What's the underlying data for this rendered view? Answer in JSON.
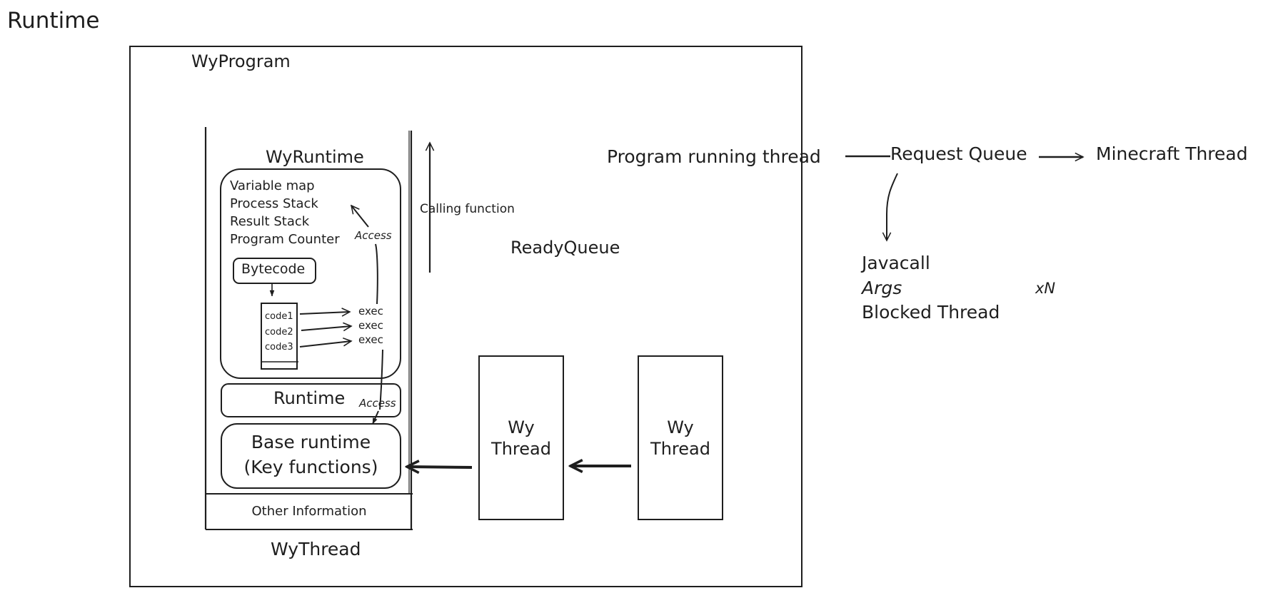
{
  "title": "Runtime",
  "program": {
    "label": "WyProgram",
    "thread": {
      "label": "WyThread",
      "runtime_label": "WyRuntime",
      "runtime_fields": [
        "Variable map",
        "Process Stack",
        "Result Stack",
        "Program Counter"
      ],
      "bytecode_label": "Bytecode",
      "codes": [
        "code1",
        "code2",
        "code3"
      ],
      "exec_labels": [
        "exec",
        "exec",
        "exec"
      ],
      "access_label_upper": "Access",
      "access_label_lower": "Access",
      "runtime_box_label": "Runtime",
      "base_runtime_line1": "Base runtime",
      "base_runtime_line2": "(Key functions)",
      "other_info_label": "Other Information"
    },
    "calling_function_label": "Calling function",
    "ready_queue_label": "ReadyQueue",
    "queued_threads": [
      {
        "line1": "Wy",
        "line2": "Thread"
      },
      {
        "line1": "Wy",
        "line2": "Thread"
      }
    ]
  },
  "request_flow": {
    "program_running_thread": "Program running thread",
    "request_queue": "Request Queue",
    "minecraft_thread": "Minecraft Thread",
    "request_item_fields": [
      "Javacall",
      "Args",
      "Blocked Thread"
    ],
    "multiplier": "xN"
  },
  "colors": {
    "stroke": "#1e1e1e",
    "background": "#ffffff"
  }
}
